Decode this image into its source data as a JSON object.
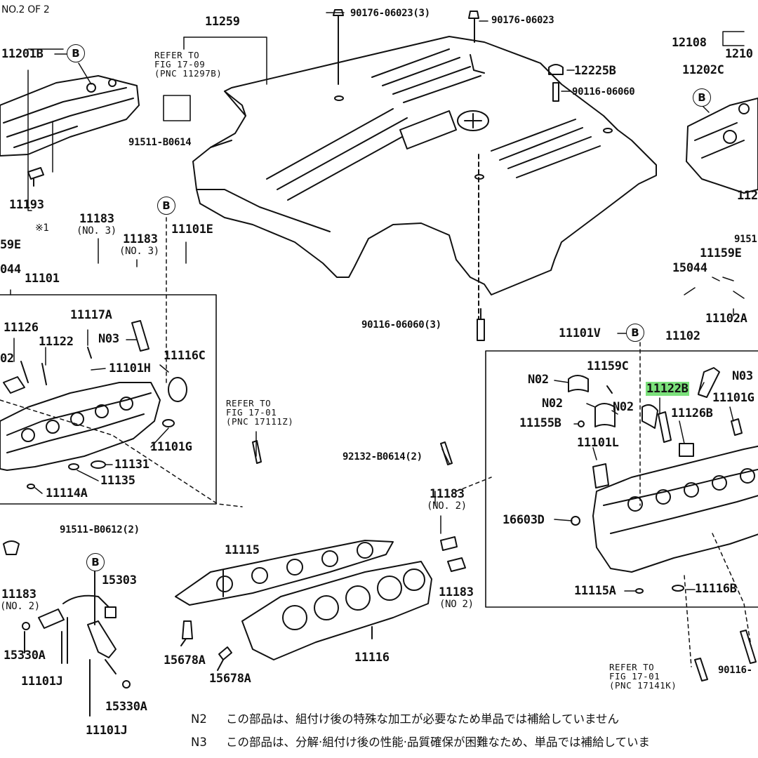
{
  "header": {
    "sheet": "NO.2 OF 2"
  },
  "labels": {
    "p11259": "11259",
    "p11201B": "11201B",
    "p11193": "11193",
    "p11193_mark": "※1",
    "p159E_left": "59E",
    "p044_left": "044",
    "p11101": "11101",
    "p11183_no3_a": "11183",
    "no3_a": "(NO. 3)",
    "p11183_no3_b": "11183",
    "no3_b": "(NO. 3)",
    "p11101E": "11101E",
    "p91511_B0614": "91511-B0614",
    "p11126": "11126",
    "p11117A": "11117A",
    "p11122": "11122",
    "pN03_left": "N03",
    "p02_left": "02",
    "p11101H": "11101H",
    "p11116C": "11116C",
    "p11101G_left": "11101G",
    "p11131": "11131",
    "p11135": "11135",
    "p11114A": "11114A",
    "p90176_06023_3": "90176-06023(3)",
    "p90176_06023": "90176-06023",
    "p12225B": "12225B",
    "p90116_06060": "90116-06060",
    "p90116_06060_3": "90116-06060(3)",
    "p12108": "12108",
    "p1210_cut": "1210",
    "p11202C": "11202C",
    "p112_cut": "112",
    "p9151_cut": "9151",
    "p11159E": "11159E",
    "p15044": "15044",
    "p11102A": "11102A",
    "p11101V": "11101V",
    "p11102": "11102",
    "pN02_a": "N02",
    "p11159C": "11159C",
    "p11122B": "11122B",
    "pN03_right": "N03",
    "pN02_b": "N02",
    "pN02_c": "N02",
    "p11126B": "11126B",
    "p11101G_cut": "11101G",
    "p11155B": "11155B",
    "p11101L": "11101L",
    "p92132_B0614": "92132-B0614(2)",
    "p11183_no2_mid_a": "11183",
    "no2_mid_a": "(NO. 2)",
    "p11183_no2_mid_b": "11183",
    "no2_mid_b": "(NO 2)",
    "p16603D": "16603D",
    "p11115A": "11115A",
    "p11116B": "11116B",
    "p91511_B0612": "91511-B0612(2)",
    "p11183_left": "11183",
    "no2_left": "(NO. 2)",
    "p15303": "15303",
    "p15330A_a": "15330A",
    "p11101J_a": "11101J",
    "p15330A_b": "15330A",
    "p11101J_b": "11101J",
    "p11115": "11115",
    "p11116": "11116",
    "p15678A_a": "15678A",
    "p15678A_b": "15678A",
    "p90116_cut": "90116-"
  },
  "refs": {
    "ref_1709": [
      "REFER TO",
      "FIG 17-09",
      "(PNC 11297B)"
    ],
    "ref_1701a": [
      "REFER TO",
      "FIG 17-01",
      "(PNC 17111Z)"
    ],
    "ref_1701b": [
      "REFER TO",
      "FIG 17-01",
      "(PNC 17141K)"
    ]
  },
  "callout_mark": "B",
  "notes": {
    "n2_code": "N2",
    "n2_text": "この部品は、組付け後の特殊な加工が必要なため単品では補給していません",
    "n3_code": "N3",
    "n3_text": "この部品は、分解·組付け後の性能·品質確保が困難なため、単品では補給していま"
  },
  "highlight_color": "#7be07b"
}
